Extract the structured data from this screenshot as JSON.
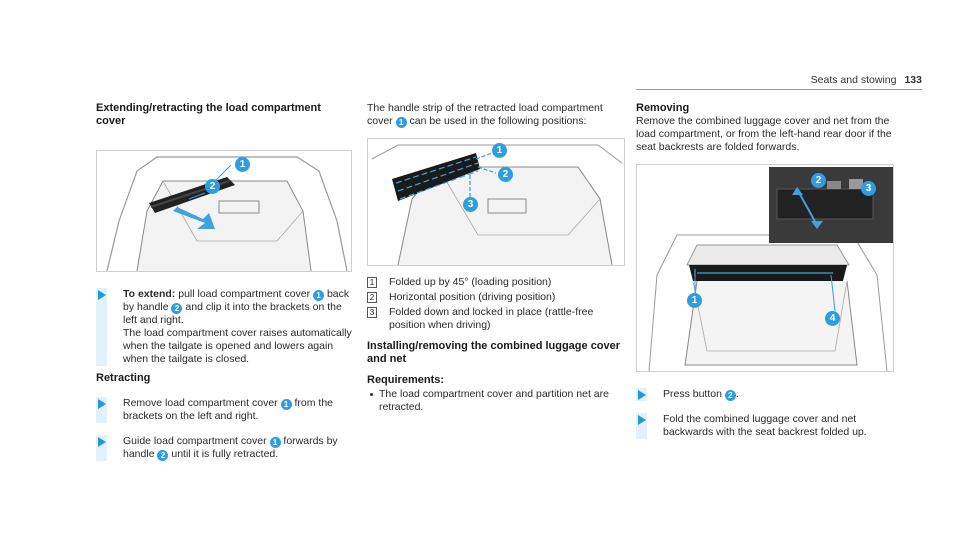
{
  "header": {
    "section": "Seats and stowing",
    "page": "133"
  },
  "col1": {
    "title": "Extending/retracting the load compartment cover",
    "figure": {
      "callouts": [
        "1",
        "2"
      ]
    },
    "steps_extend": [
      {
        "lead": "To extend:",
        "pre": " pull load compartment cover ",
        "n1": "1",
        "mid": " back by handle ",
        "n2": "2",
        "post": " and clip it into the brackets on the left and right."
      }
    ],
    "extend_note": "The load compartment cover raises automatically when the tailgate is opened and lowers again when the tailgate is closed.",
    "retracting_title": "Retracting",
    "retract_step1": {
      "pre": "Remove load compartment cover ",
      "n": "1",
      "post": " from the brackets on the left and right."
    },
    "retract_step2": {
      "pre": "Guide load compartment cover ",
      "n1": "1",
      "mid": " forwards by handle ",
      "n2": "2",
      "post": " until it is fully retracted."
    }
  },
  "col2": {
    "intro": {
      "pre": "The handle strip of the retracted load compartment cover ",
      "n": "1",
      "post": " can be used in the following positions:"
    },
    "figure": {
      "callouts": [
        "1",
        "2",
        "3"
      ]
    },
    "positions": [
      {
        "n": "1",
        "text": "Folded up by 45° (loading position)"
      },
      {
        "n": "2",
        "text": "Horizontal position (driving position)"
      },
      {
        "n": "3",
        "text": "Folded down and locked in place (rattle-free position when driving)"
      }
    ],
    "install_title": "Installing/removing the combined luggage cover and net",
    "requirements_title": "Requirements:",
    "requirements": [
      "The load compartment cover and partition net are retracted."
    ]
  },
  "col3": {
    "removing_title": "Removing",
    "removing_text": "Remove the combined luggage cover and net from the load compartment, or from the left-hand rear door if the seat backrests are folded forwards.",
    "figure": {
      "callouts": [
        "1",
        "2",
        "3",
        "4"
      ]
    },
    "step1": {
      "pre": "Press button ",
      "n": "2",
      "post": "."
    },
    "step2": {
      "text": "Fold the combined luggage cover and net backwards with the seat backrest folded up."
    }
  },
  "colors": {
    "accent": "#2d9fe0",
    "step_bar": "#e3f1fa",
    "arrow": "#1e9ad6"
  }
}
